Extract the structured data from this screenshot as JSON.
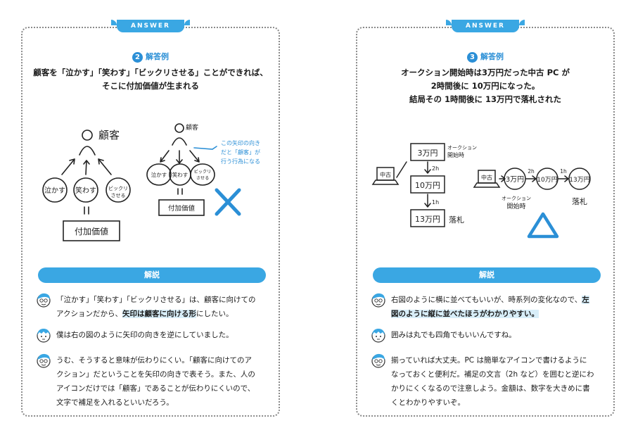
{
  "left": {
    "tab": "ANSWER",
    "number": "2",
    "heading": "解答例",
    "headline": [
      "顧客を「泣かす」「笑わす」「ビックリさせる」ことができれば、",
      "そこに付加価値が生まれる"
    ],
    "diagram": {
      "customer": "顧客",
      "customer_small": "顧客",
      "actions": [
        "泣かす",
        "笑わす",
        "ビックリさせる"
      ],
      "equals": "||",
      "value": "付加価値",
      "note": [
        "この矢印の向き",
        "だと「顧客」が",
        "行う行為になる"
      ],
      "bad_mark": "✕"
    },
    "explain_label": "解説",
    "comments": [
      {
        "avatar": "teacher",
        "parts": [
          "「泣かす」「笑わす」「ビックリさせる」は、顧客に向けての",
          "アクションだから、",
          "矢印は顧客に向ける形",
          "にしたい。"
        ]
      },
      {
        "avatar": "student",
        "parts": [
          "僕は右の図のように矢印の向きを逆にしていました。"
        ]
      },
      {
        "avatar": "teacher",
        "parts": [
          "うむ、そうすると意味が伝わりにくい。「顧客に向けてのア",
          "クション」だということを矢印の向きで表そう。また、人の",
          "アイコンだけでは「顧客」であることが伝わりにくいので、",
          "文字で補足を入れるといいだろう。"
        ]
      }
    ]
  },
  "right": {
    "tab": "ANSWER",
    "number": "3",
    "heading": "解答例",
    "headline": [
      "オークション開始時は3万円だった中古 PC が",
      "2時間後に 10万円になった。",
      "結局その 1時間後に 13万円で落札された"
    ],
    "diagram": {
      "pc": "中古",
      "boxes": [
        "3万円",
        "10万円",
        "13万円"
      ],
      "start": [
        "オークション",
        "開始時"
      ],
      "hours": [
        "2h",
        "1h"
      ],
      "won": "落札",
      "circles": [
        "3万円",
        "10万円",
        "13万円"
      ],
      "good_mark": "△"
    },
    "explain_label": "解説",
    "comments": [
      {
        "avatar": "teacher",
        "parts": [
          "右図のように横に並べてもいいが、時系列の変化なので、",
          "左",
          "図のように縦に並べたほうがわかりやすい。"
        ]
      },
      {
        "avatar": "student",
        "parts": [
          "囲みは丸でも四角でもいいんですね。"
        ]
      },
      {
        "avatar": "teacher",
        "parts": [
          "揃っていれば大丈夫。PC は簡単なアイコンで書けるように",
          "なっておくと便利だ。補足の文言（2h など）を囲むと逆にわ",
          "かりにくくなるので注意しよう。金額は、数字を大きめに書",
          "くとわかりやすいぞ。"
        ]
      }
    ]
  },
  "colors": {
    "accent": "#3aa7e3",
    "accent_dark": "#2b8fd6",
    "highlight": "#d8eef9",
    "hair": "#2b8fd6"
  }
}
